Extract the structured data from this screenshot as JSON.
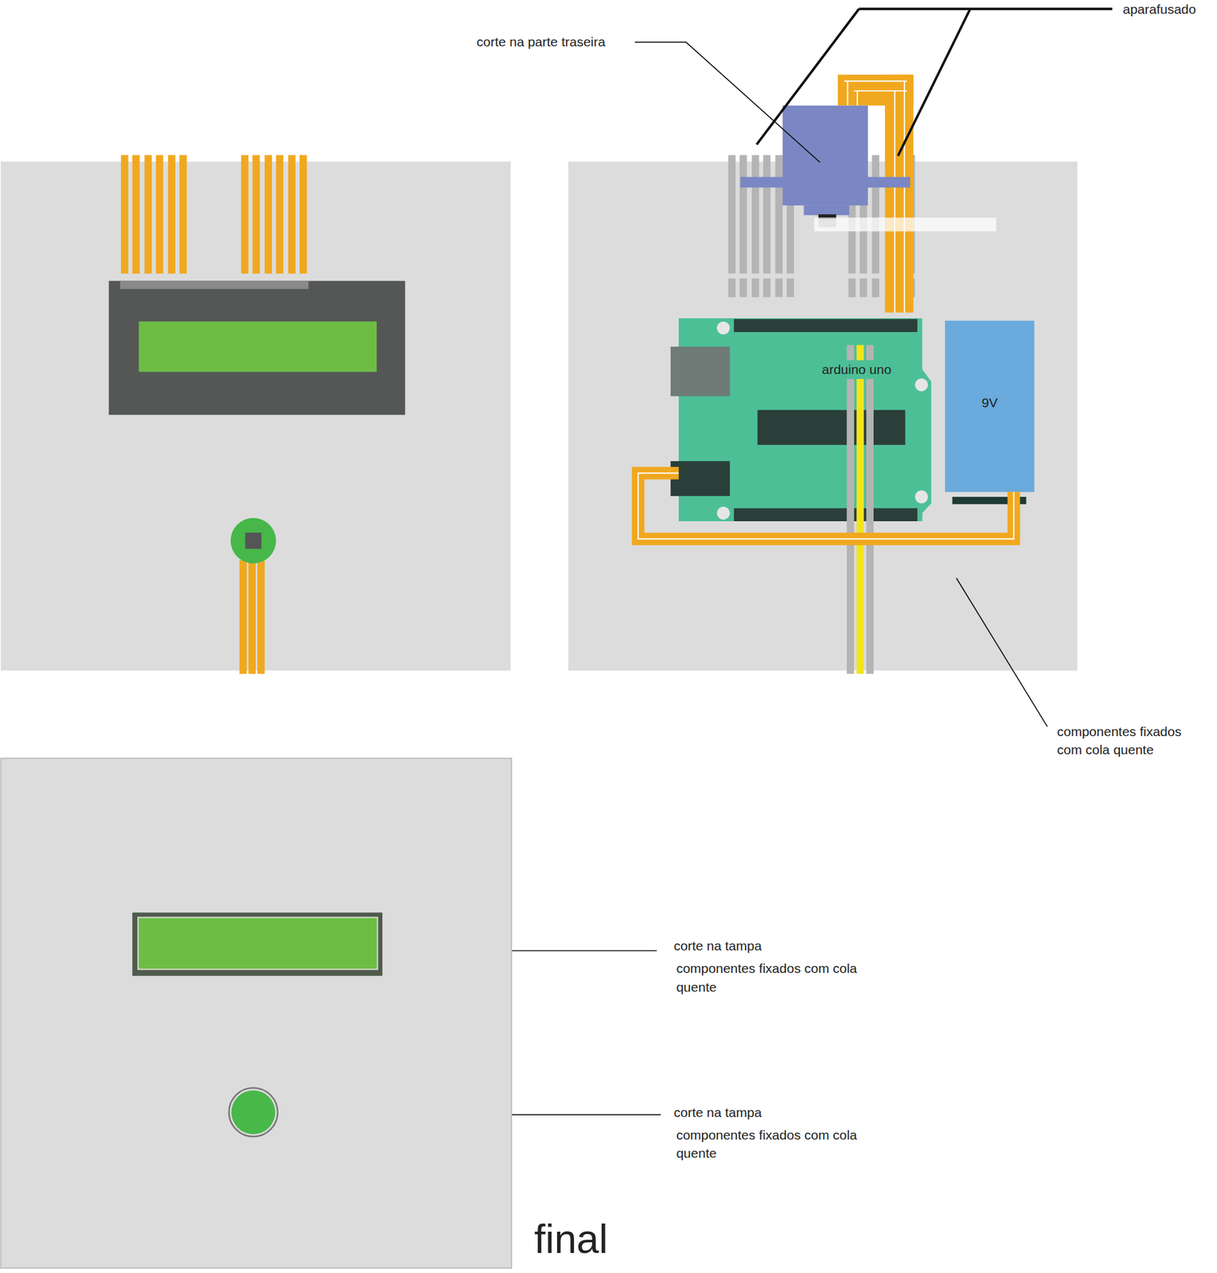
{
  "diagram": {
    "nodes": [
      {
        "text": [
          "arduino uno"
        ]
      },
      {
        "text": [
          "9V"
        ]
      }
    ],
    "edges": [
      {
        "from": 1,
        "to": 0,
        "arrow": "none"
      }
    ],
    "labels": [
      "aparafusado",
      "corte na parte traseira",
      "componentes fixados com cola quente",
      "corte na tampa",
      "componentes fixados com cola quente",
      "corte na tampa",
      "componentes fixados com cola quente",
      "final"
    ]
  }
}
